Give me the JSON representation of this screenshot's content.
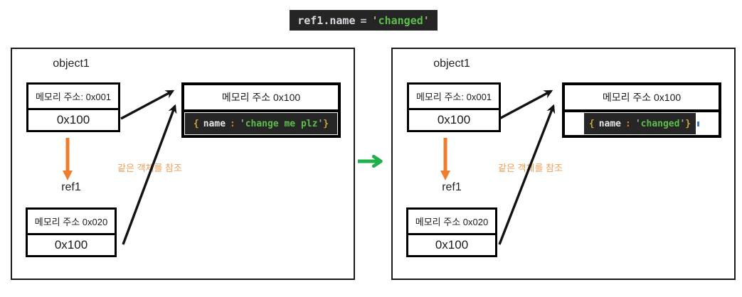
{
  "top_code": {
    "lhs": "ref1.name",
    "op": "=",
    "quote": "'",
    "string_text": "changed"
  },
  "panels": [
    {
      "object_label": "object1",
      "object_box": {
        "header": "메모리 주소: 0x001",
        "value": "0x100"
      },
      "ref_label": "ref1",
      "ref_box": {
        "header": "메모리 주소 0x020",
        "value": "0x100"
      },
      "memory_box": {
        "header": "메모리 주소 0x100",
        "code": {
          "open_brace": "{",
          "key": "name",
          "colon": ":",
          "quote": "'",
          "string_text": "change me plz",
          "close_brace": "}"
        }
      },
      "annotation": "같은 객체를 참조"
    },
    {
      "object_label": "object1",
      "object_box": {
        "header": "메모리 주소: 0x001",
        "value": "0x100"
      },
      "ref_label": "ref1",
      "ref_box": {
        "header": "메모리 주소 0x020",
        "value": "0x100"
      },
      "memory_box": {
        "header": "메모리 주소 0x100",
        "code": {
          "open_brace": "{",
          "key": "name",
          "colon": ":",
          "quote": "'",
          "string_text": "changed",
          "close_brace": "}"
        }
      },
      "annotation": "같은 객체를 참조"
    }
  ],
  "colors": {
    "code_background": "#262626",
    "brace_gold": "#cda53f",
    "key_white": "#e6e6e6",
    "colon_orange": "#d97742",
    "string_green": "#5dbe4a",
    "quote_gray_green": "#9fb08c",
    "orange_arrow": "#ed7d31",
    "orange_annotation": "#f29c56",
    "green_arrow": "#1faf4b",
    "black_arrow": "#121212",
    "cursor_blue": "#4576c8"
  }
}
